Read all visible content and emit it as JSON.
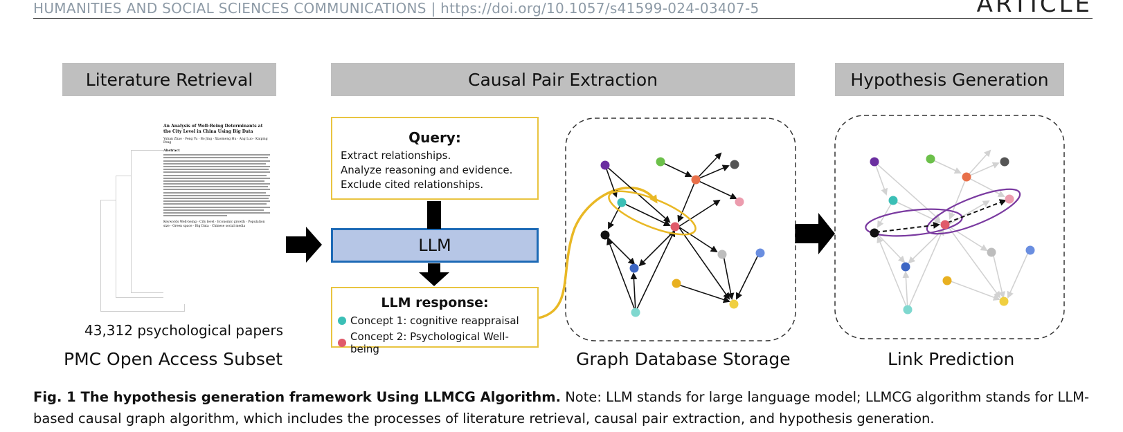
{
  "header": {
    "journal_line": "HUMANITIES AND SOCIAL SCIENCES COMMUNICATIONS | https://doi.org/10.1057/s41599-024-03407-5",
    "article_label": "ARTICLE"
  },
  "stages": {
    "retrieval": "Literature Retrieval",
    "extraction": "Causal Pair Extraction",
    "generation": "Hypothesis Generation"
  },
  "paper": {
    "title": "An Analysis of Well-Being Determinants at the City Level in China Using Big Data",
    "authors": "Yuhan Zhao · Feng Yu · Bo Jing · Xiaomeng Hu · Ang Luo · Kaiping Peng",
    "abstract_heading": "Abstract",
    "keywords": "Keywords  Well-being · City level · Economic growth · Population size · Green space · Big Data · Chinese social media"
  },
  "retrieval": {
    "count_label": "43,312 psychological papers",
    "source_label": "PMC Open Access Subset"
  },
  "query": {
    "title": "Query:",
    "lines": [
      "Extract relationships.",
      "Analyze reasoning and evidence.",
      "Exclude cited relationships."
    ]
  },
  "llm": {
    "label": "LLM"
  },
  "response": {
    "title": "LLM response:",
    "concept1": "Concept 1: cognitive reappraisal",
    "concept2": "Concept 2: Psychological Well-being",
    "concept1_color": "#3bbfb6",
    "concept2_color": "#e05a6a"
  },
  "graph_storage_label": "Graph Database Storage",
  "link_prediction_label": "Link Prediction",
  "caption": {
    "bold": "Fig. 1 The hypothesis generation framework Using LLMCG Algorithm.",
    "rest": " Note: LLM stands for large language model; LLMCG algorithm stands for LLM-based causal graph algorithm, which includes the processes of literature retrieval, causal pair extraction, and hypothesis generation."
  },
  "colors": {
    "banner": "#bfbfbf",
    "box_border": "#e9c440",
    "llm_border": "#1d6ab6",
    "llm_fill": "#b6c6e6",
    "highlight_ellipse": "#e9b825",
    "prediction_ellipse": "#7a3aa0"
  }
}
